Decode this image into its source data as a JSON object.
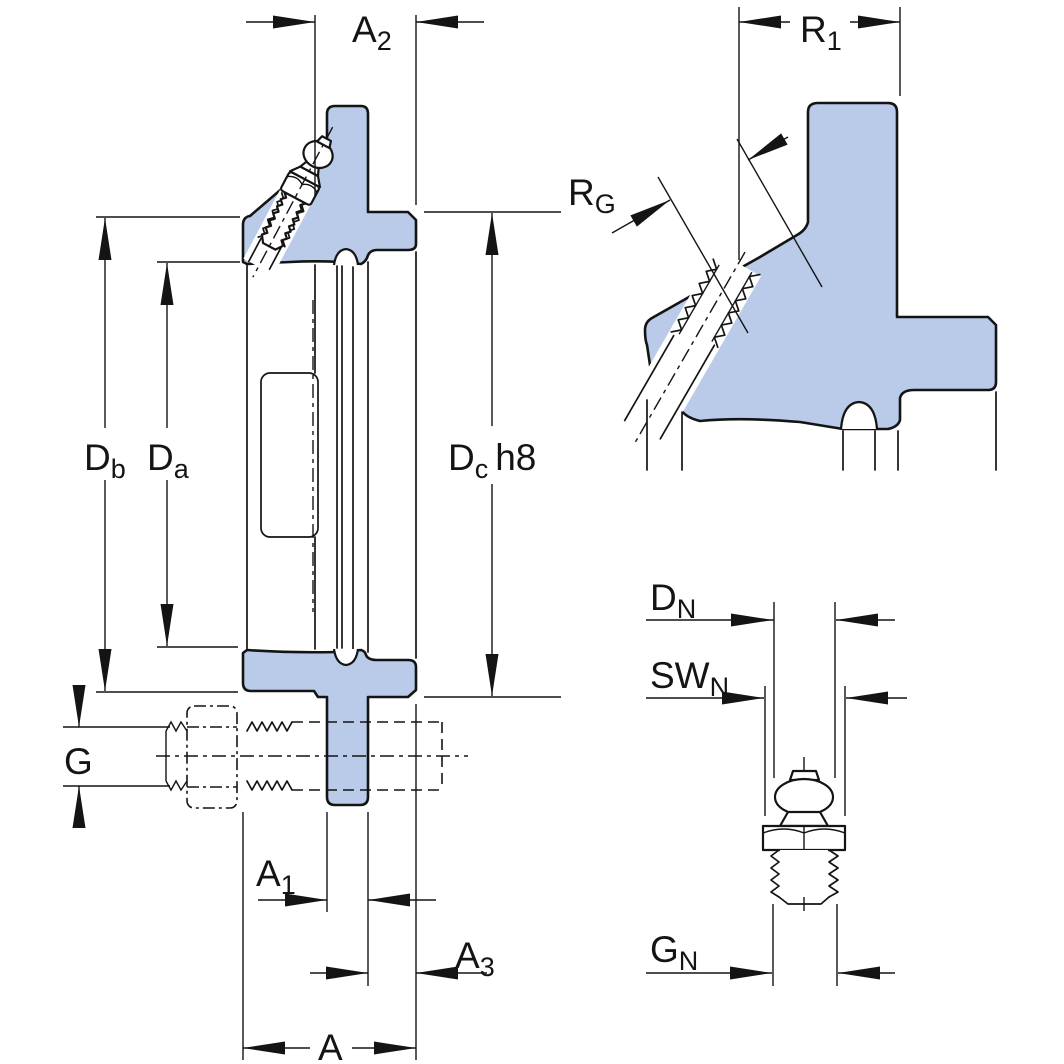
{
  "colors": {
    "part_fill": "#b9cbe9",
    "line": "#141414",
    "background": "#ffffff"
  },
  "labels": {
    "a2": {
      "base": "A",
      "sub": "2"
    },
    "r1": {
      "base": "R",
      "sub": "1"
    },
    "rg": {
      "base": "R",
      "sub": "G"
    },
    "db": {
      "base": "D",
      "sub": "b"
    },
    "da": {
      "base": "D",
      "sub": "a"
    },
    "dc": {
      "base": "D",
      "sub": "c",
      "suffix": "h8"
    },
    "g": {
      "base": "G"
    },
    "a1": {
      "base": "A",
      "sub": "1"
    },
    "a3": {
      "base": "A",
      "sub": "3"
    },
    "a": {
      "base": "A"
    },
    "dn": {
      "base": "D",
      "sub": "N"
    },
    "swn": {
      "base": "SW",
      "sub": "N"
    },
    "gn": {
      "base": "G",
      "sub": "N"
    }
  }
}
